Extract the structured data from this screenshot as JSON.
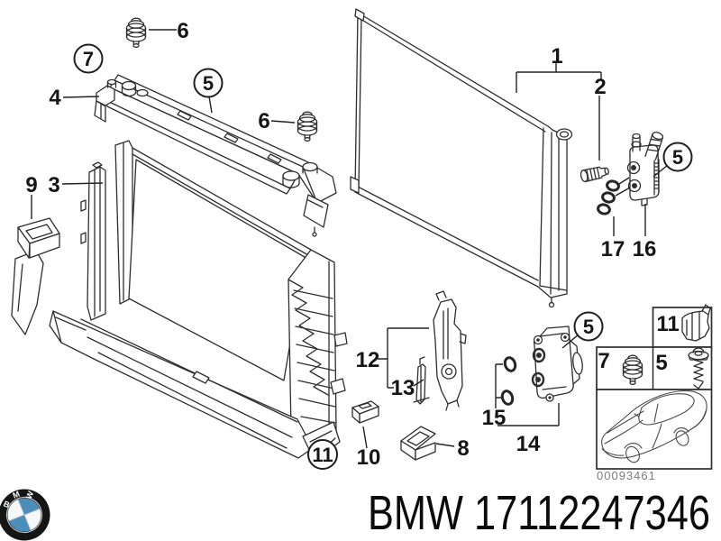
{
  "callouts": {
    "c1": "1",
    "c2": "2",
    "c3": "3",
    "c4": "4",
    "c5_brace": "5",
    "c5_cooler": "5",
    "c5_valve": "5",
    "c6_left": "6",
    "c6_right": "6",
    "c7": "7",
    "c8": "8",
    "c9": "9",
    "c10": "10",
    "c11": "11",
    "c12": "12",
    "c13": "13",
    "c14": "14",
    "c15": "15",
    "c16": "16",
    "c17": "17"
  },
  "inset": {
    "clip_label": "11",
    "grommet_label": "7",
    "screw_label": "5",
    "image_code": "00093461"
  },
  "footer": {
    "part_title": "BMW 17112247346",
    "logo_letters": {
      "b": "B",
      "m": "M",
      "w": "W"
    }
  },
  "colors": {
    "line": "#2e2e2e",
    "logo_blue": "#4d8dbb",
    "code_gray": "#7d7d7d"
  }
}
